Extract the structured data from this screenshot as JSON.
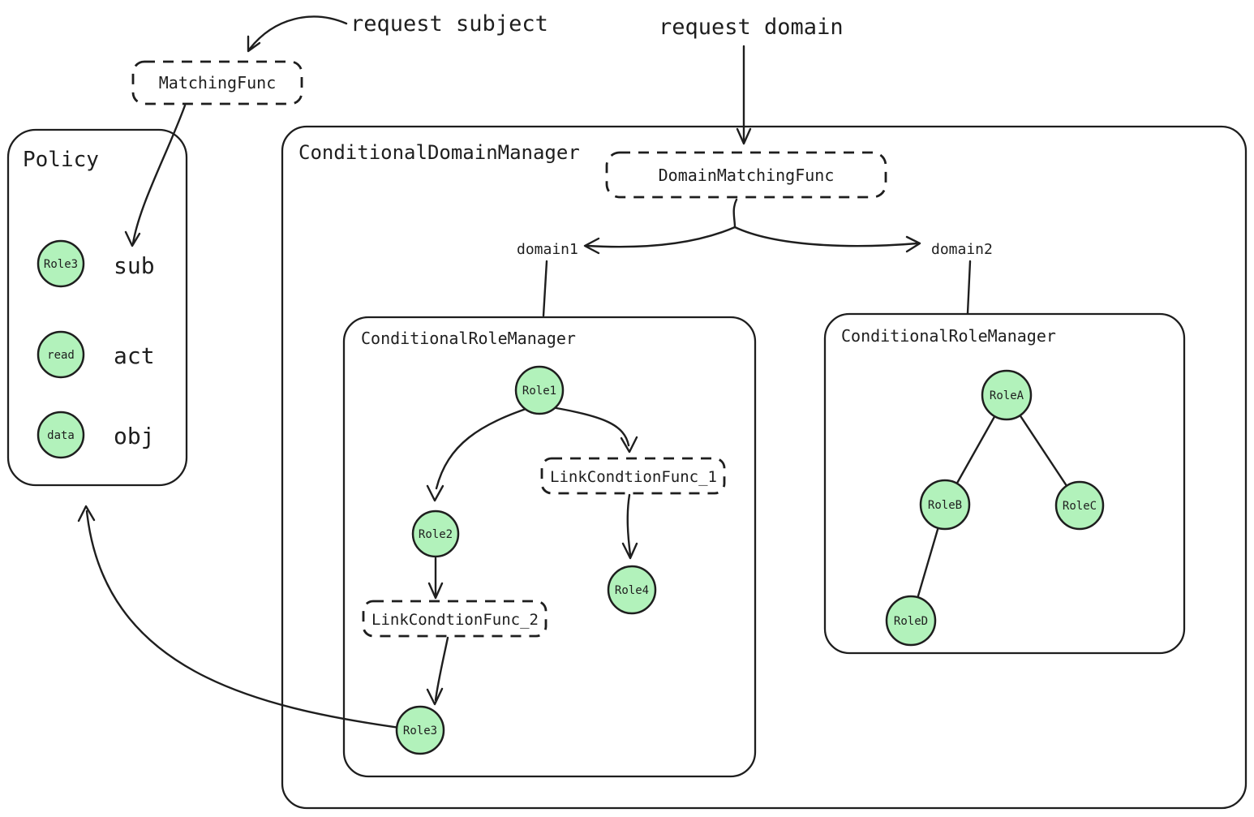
{
  "colors": {
    "stroke": "#1e1e1e",
    "node_fill": "#b2f2bb",
    "green_text": "#2f9e44",
    "blue_text": "#1971c2",
    "orange_text": "#f08c00"
  },
  "annotations": {
    "request_subject": "request subject",
    "request_domain": "request domain"
  },
  "matching_func": {
    "label": "MatchingFunc"
  },
  "policy": {
    "title": "Policy",
    "rows": [
      {
        "node": "Role3",
        "field": "sub"
      },
      {
        "node": "read",
        "field": "act"
      },
      {
        "node": "data",
        "field": "obj"
      }
    ]
  },
  "domain_manager": {
    "title": "ConditionalDomainManager",
    "domain_matching_func": {
      "label": "DomainMatchingFunc"
    },
    "domain1": "domain1",
    "domain2": "domain2",
    "role_manager_1": {
      "title": "ConditionalRoleManager",
      "nodes": [
        "Role1",
        "Role2",
        "Role3",
        "Role4"
      ],
      "link_condition_func_1": "LinkCondtionFunc_1",
      "link_condition_func_2": "LinkCondtionFunc_2"
    },
    "role_manager_2": {
      "title": "ConditionalRoleManager",
      "nodes": [
        "RoleA",
        "RoleB",
        "RoleC",
        "RoleD"
      ]
    }
  }
}
